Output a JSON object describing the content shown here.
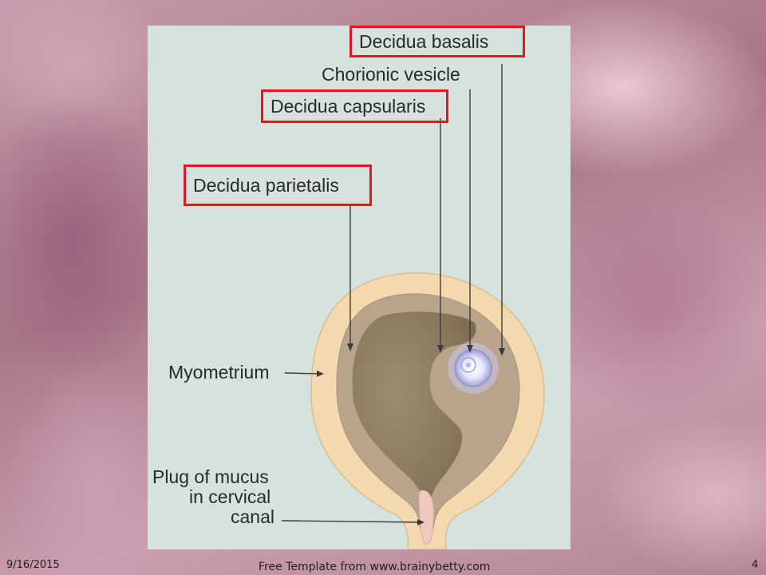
{
  "labels": {
    "decidua_basalis": "Decidua basalis",
    "chorionic_vesicle": "Chorionic vesicle",
    "decidua_capsularis": "Decidua capsularis",
    "decidua_parietalis": "Decidua parietalis",
    "myometrium": "Myometrium",
    "plug_line1": "Plug of mucus",
    "plug_line2": "in cervical",
    "plug_line3": "canal"
  },
  "footer": {
    "date": "9/16/2015",
    "credit": "Free Template from www.brainybetty.com",
    "page": "4"
  },
  "colors": {
    "highlight": "#e8141c",
    "panel": "#d5e2dd",
    "myometrium": "#f3d9ad",
    "decidua": "#b8a48a",
    "cavity": "#8f7d63"
  }
}
